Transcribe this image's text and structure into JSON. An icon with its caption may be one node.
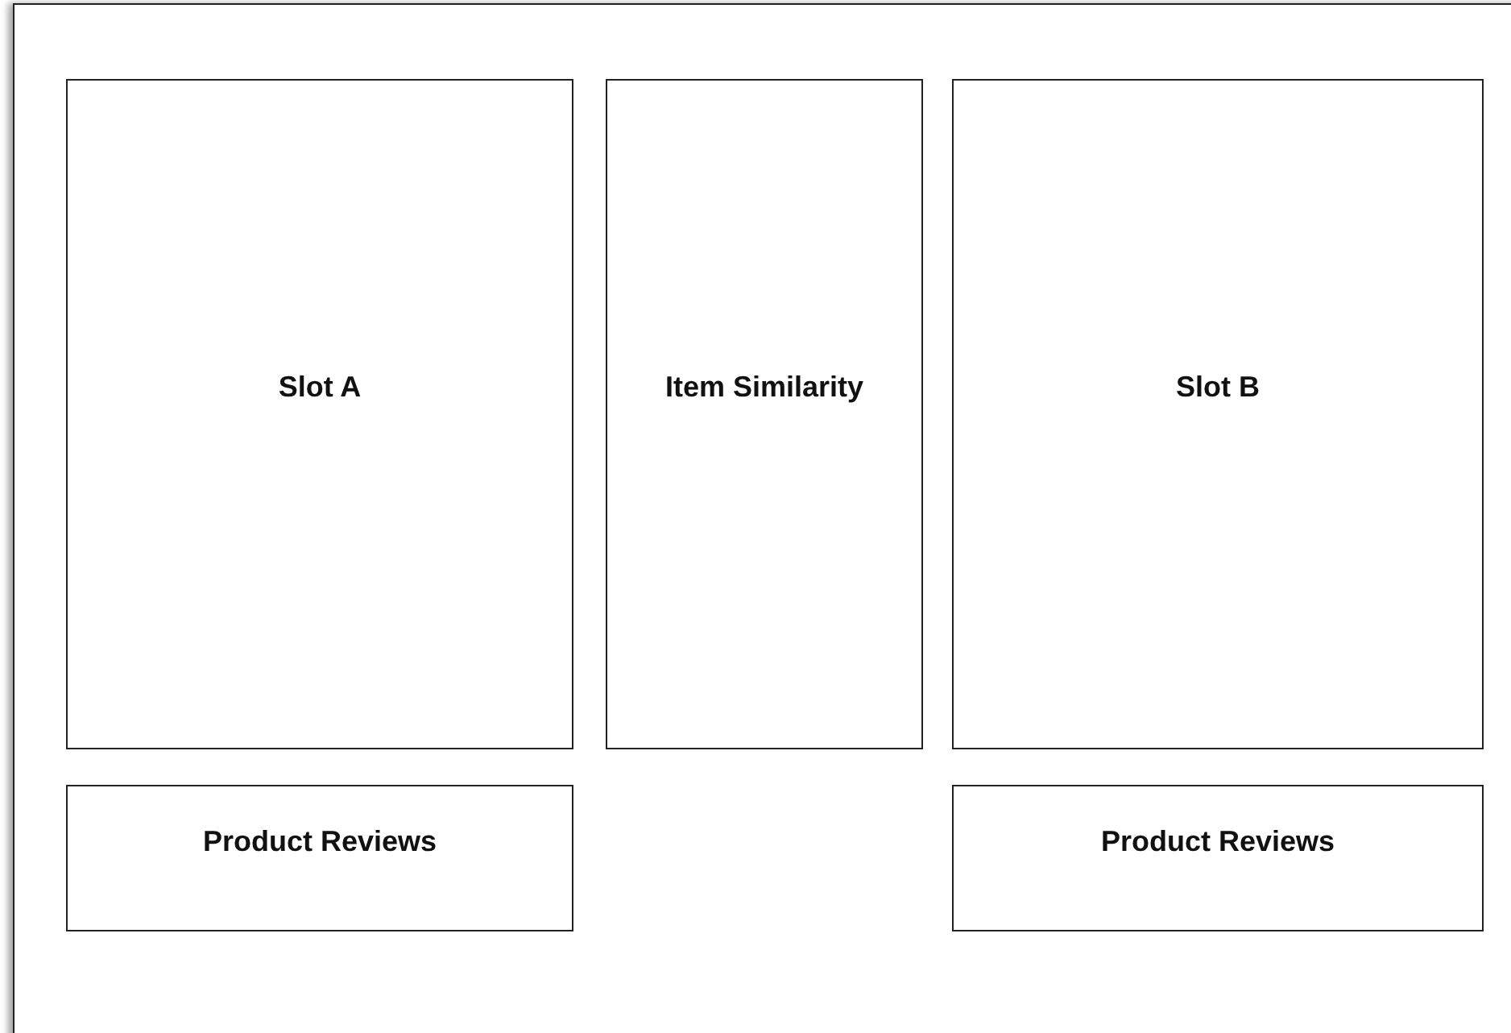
{
  "diagram": {
    "nodes": [
      {
        "text": [],
        "shape": "box"
      },
      {
        "text": [
          "Slot A"
        ],
        "in": 0
      },
      {
        "text": [
          "Item Similarity"
        ],
        "in": 0
      },
      {
        "text": [
          "Slot B"
        ],
        "in": 0
      },
      {
        "text": [
          "Product Reviews"
        ],
        "in": 0
      },
      {
        "text": [
          "Product Reviews"
        ],
        "in": 0
      }
    ]
  }
}
